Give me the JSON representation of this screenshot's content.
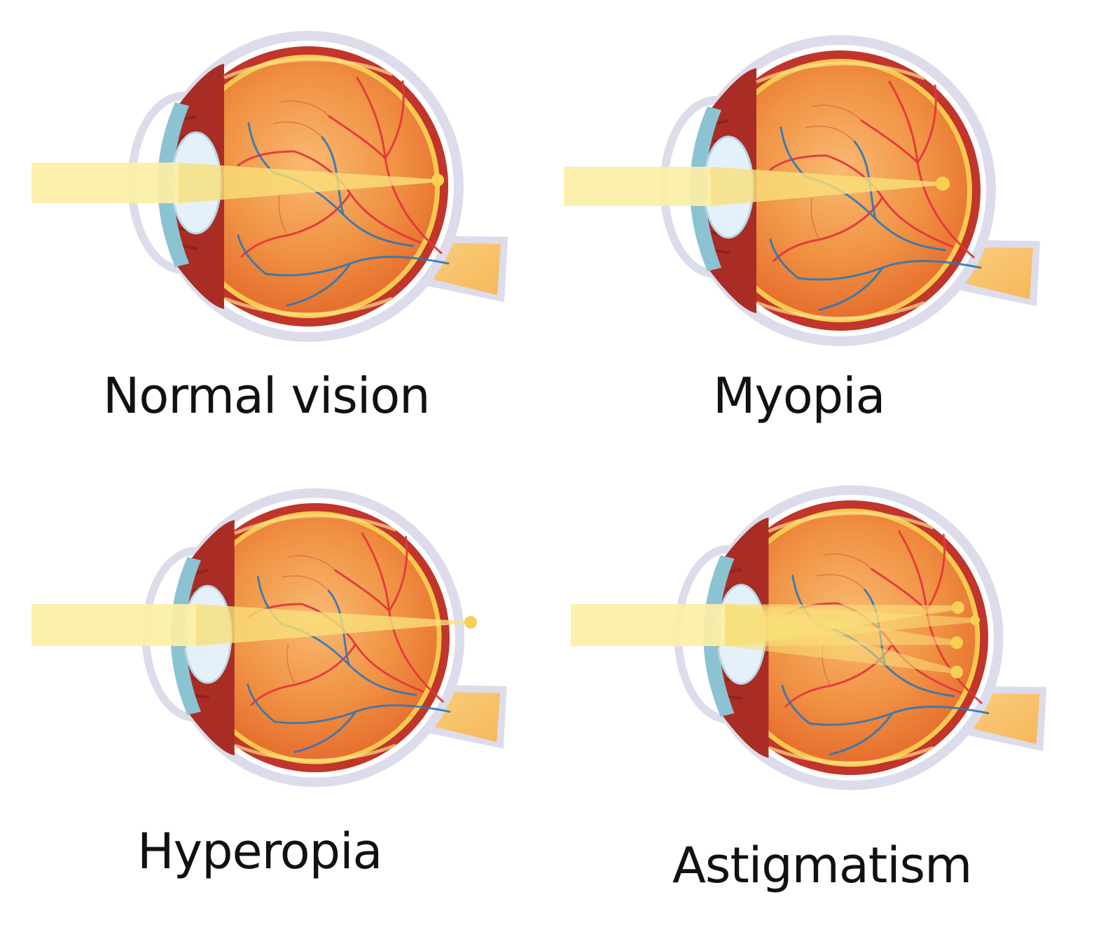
{
  "diagrams": [
    {
      "id": "normal",
      "label": "Normal vision",
      "focus": "on-retina"
    },
    {
      "id": "myopia",
      "label": "Myopia",
      "focus": "before-retina"
    },
    {
      "id": "hyperopia",
      "label": "Hyperopia",
      "focus": "behind-retina"
    },
    {
      "id": "astigmatism",
      "label": "Astigmatism",
      "focus": "multiple-points"
    }
  ],
  "colors": {
    "sclera_outline": "#DCDCEB",
    "choroid": "#C1352B",
    "retina_line": "#F6C94E",
    "vitreous_center": "#F8B268",
    "vitreous_edge": "#E9702E",
    "cornea": "#8CC3D3",
    "lens": "#E4F1FA",
    "light_beam": "#FCEFA6",
    "focus_point": "#F7CF51",
    "artery": "#E5373D",
    "vein": "#2F77B4",
    "optic_nerve": "#F9C46F"
  }
}
